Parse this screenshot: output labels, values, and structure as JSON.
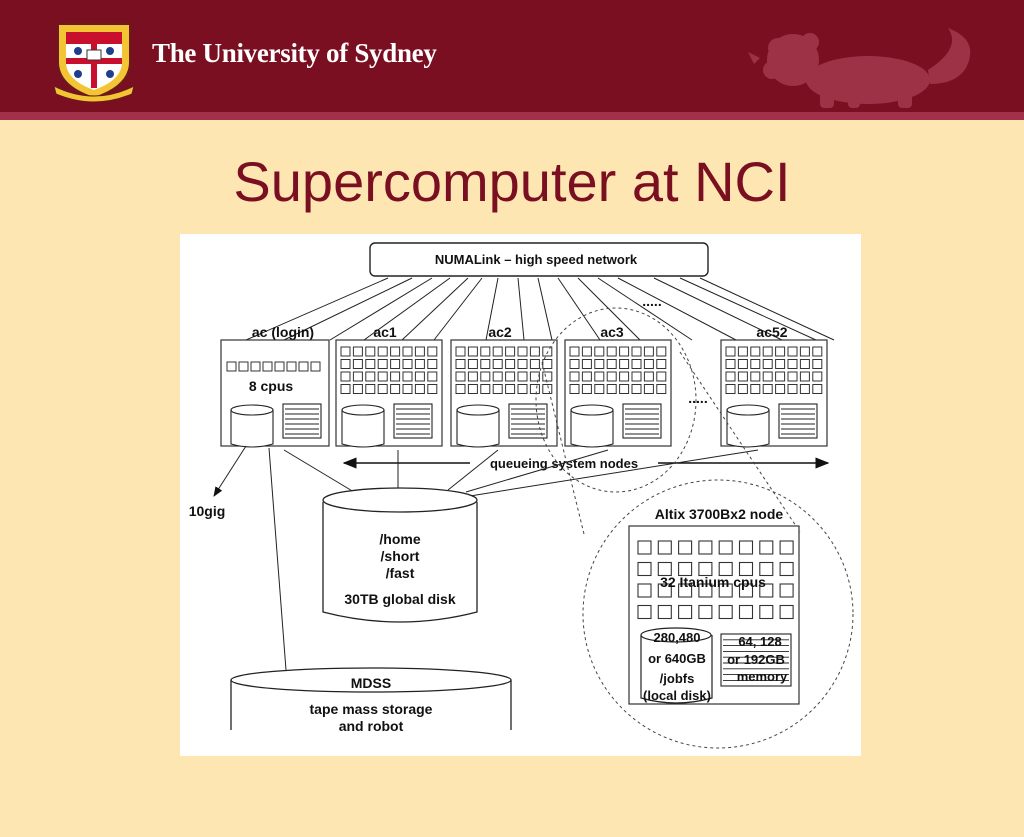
{
  "header": {
    "university_name": "The University of Sydney",
    "crest_icon": "university-crest-icon",
    "watermark_icon": "lion-watermark-icon",
    "colors": {
      "band": "#7b0f22",
      "background": "#fde6b1",
      "title": "#7b0f22"
    }
  },
  "slide": {
    "title": "Supercomputer at NCI"
  },
  "diagram": {
    "network": "NUMALink – high speed network",
    "dots_top": ".....",
    "dots_mid": ".....",
    "nodes": {
      "login": "ac  (login)",
      "login_cpus": "8 cpus",
      "ac1": "ac1",
      "ac2": "ac2",
      "ac3": "ac3",
      "ac52": "ac52"
    },
    "queue_label": "queueing system nodes",
    "link_10gig": "10gig",
    "global_disk": {
      "line1": "/home",
      "line2": "/short",
      "line3": "/fast",
      "label": "30TB global disk"
    },
    "mdss": {
      "title": "MDSS",
      "line1": "tape mass storage",
      "line2": "and robot"
    },
    "altix": {
      "title": "Altix 3700Bx2 node",
      "cpus": "32 Itanium cpus",
      "disk_line1": "280,480",
      "disk_line2": "or 640GB",
      "disk_line3": "/jobfs",
      "disk_line4": "(local disk)",
      "mem_line1": "64, 128",
      "mem_line2": "or 192GB",
      "mem_line3": "memory"
    }
  }
}
